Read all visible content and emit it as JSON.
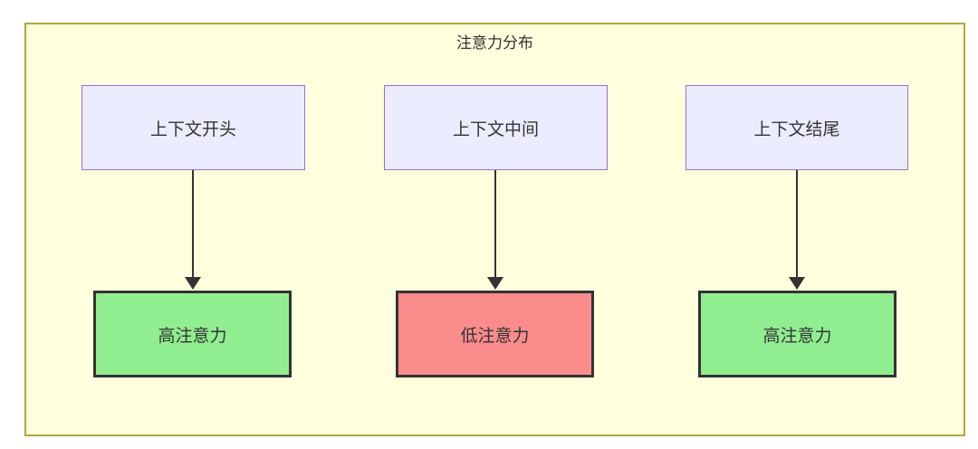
{
  "diagram": {
    "title": "注意力分布",
    "nodes": {
      "sources": [
        {
          "label": "上下文开头"
        },
        {
          "label": "上下文中间"
        },
        {
          "label": "上下文结尾"
        }
      ],
      "targets": [
        {
          "label": "高注意力",
          "bg": "#90ee90"
        },
        {
          "label": "低注意力",
          "bg": "#fa8c8c"
        },
        {
          "label": "高注意力",
          "bg": "#90ee90"
        }
      ]
    },
    "colors": {
      "page_bg": "#ffffff",
      "container_bg": "#ffffde",
      "container_border": "#aaaa33",
      "source_box_bg": "#ececff",
      "source_box_border": "#9370db",
      "target_box_border": "#333333",
      "arrow": "#333333",
      "text": "#333333"
    }
  }
}
